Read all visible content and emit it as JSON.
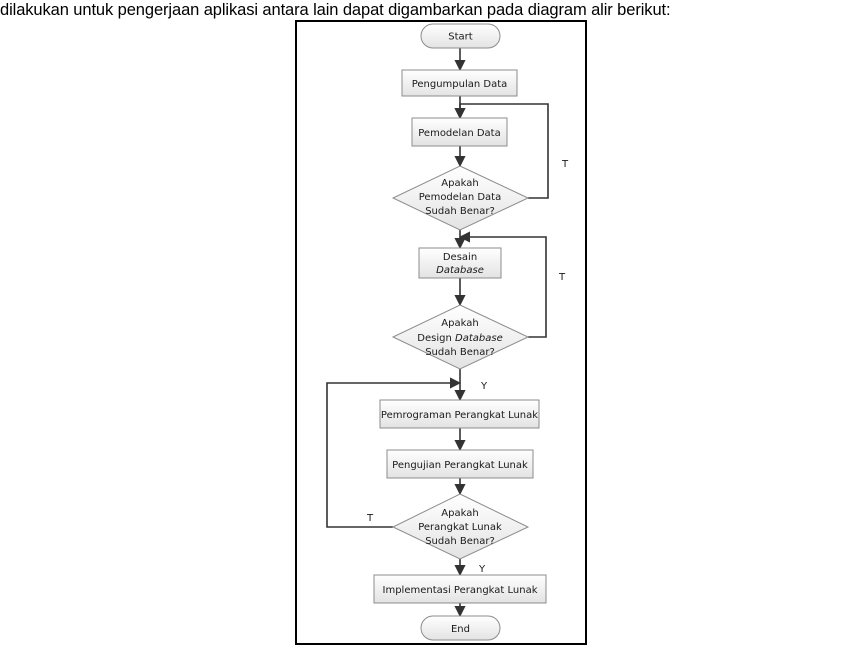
{
  "caption": "dilakukan untuk pengerjaan aplikasi antara lain dapat digambarkan pada diagram alir berikut:",
  "nodes": {
    "start": "Start",
    "pengumpulan": "Pengumpulan Data",
    "pemodelan": "Pemodelan Data",
    "dec1": [
      "Apakah",
      "Pemodelan Data",
      "Sudah Benar?"
    ],
    "desain": [
      "Desain",
      "Database"
    ],
    "dec2": [
      "Apakah",
      "Design ",
      "Database",
      "Sudah Benar?"
    ],
    "pemrograman": "Pemrograman Perangkat Lunak",
    "pengujian": "Pengujian Perangkat Lunak",
    "dec3": [
      "Apakah",
      "Perangkat Lunak",
      "Sudah Benar?"
    ],
    "implementasi": "Implementasi Perangkat Lunak",
    "end": "End"
  },
  "edge_labels": {
    "dec1_no": "T",
    "dec2_no": "T",
    "dec2_yes": "Y",
    "dec3_no": "T",
    "dec3_yes": "Y"
  },
  "colors": {
    "box_fill_top": "#ffffff",
    "box_fill_bottom": "#e3e3e3",
    "box_stroke": "#8c8c8c",
    "line": "#333333"
  }
}
